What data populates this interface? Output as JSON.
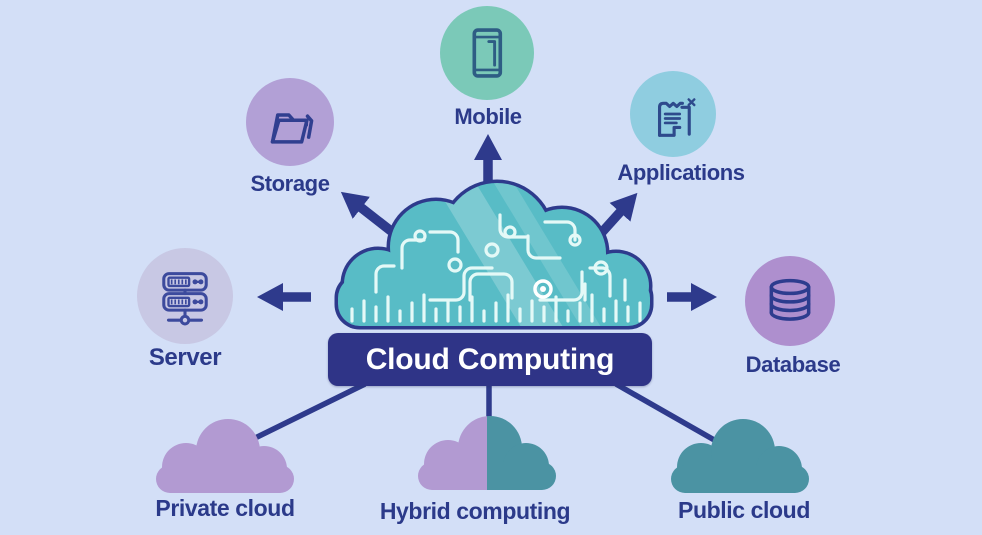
{
  "banner": {
    "label": "Cloud Computing"
  },
  "nodes": [
    {
      "id": "mobile",
      "label": "Mobile",
      "icon": "smartphone-icon",
      "circle_color": "#7bc9b8"
    },
    {
      "id": "storage",
      "label": "Storage",
      "icon": "folder-icon",
      "circle_color": "#b2a0d6"
    },
    {
      "id": "applications",
      "label": "Applications",
      "icon": "app-window-icon",
      "circle_color": "#8fcde0"
    },
    {
      "id": "server",
      "label": "Server",
      "icon": "server-rack-icon",
      "circle_color": "#c8c8e4"
    },
    {
      "id": "database",
      "label": "Database",
      "icon": "database-icon",
      "circle_color": "#ae8fce"
    }
  ],
  "deployment_models": [
    {
      "id": "private-cloud",
      "label": "Private cloud",
      "color": "#b29ad2"
    },
    {
      "id": "hybrid-computing",
      "label": "Hybrid computing",
      "left_color": "#b29ad2",
      "right_color": "#4b93a3"
    },
    {
      "id": "public-cloud",
      "label": "Public cloud",
      "color": "#4b93a3"
    }
  ],
  "colors": {
    "background": "#d3dff7",
    "navy": "#2e3a8c",
    "banner_background": "#2f3487",
    "banner_text": "#ffffff",
    "label_text": "#2b3a8a",
    "central_cloud_fill": "#58bcc6",
    "central_cloud_trace": "#e4f9f7"
  }
}
